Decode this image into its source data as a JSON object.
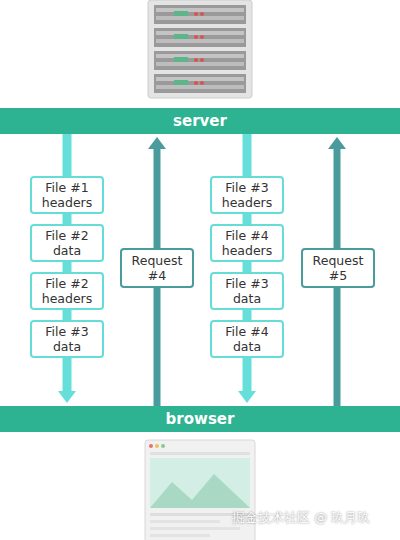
{
  "diagram": {
    "nodes": [
      {
        "text": [
          "server"
        ]
      },
      {
        "text": [
          "File #1 headers"
        ]
      },
      {
        "text": [
          "File #2 data"
        ]
      },
      {
        "text": [
          "File #2 headers"
        ]
      },
      {
        "text": [
          "File #3 data"
        ]
      },
      {
        "text": [
          "Request #4"
        ]
      },
      {
        "text": [
          "File #3 headers"
        ]
      },
      {
        "text": [
          "File #4 headers"
        ]
      },
      {
        "text": [
          "File #3 data"
        ]
      },
      {
        "text": [
          "File #4 data"
        ]
      },
      {
        "text": [
          "Request #5"
        ]
      },
      {
        "text": [
          "browser"
        ]
      }
    ],
    "edges": [
      {
        "from": 0,
        "to": 11,
        "arrow": "to"
      },
      {
        "from": 11,
        "to": 0,
        "arrow": "to"
      },
      {
        "from": 0,
        "to": 11,
        "arrow": "to"
      },
      {
        "from": 11,
        "to": 0,
        "arrow": "to"
      }
    ],
    "labels": [
      "掘金技术社区 @ 玖月玖"
    ]
  }
}
